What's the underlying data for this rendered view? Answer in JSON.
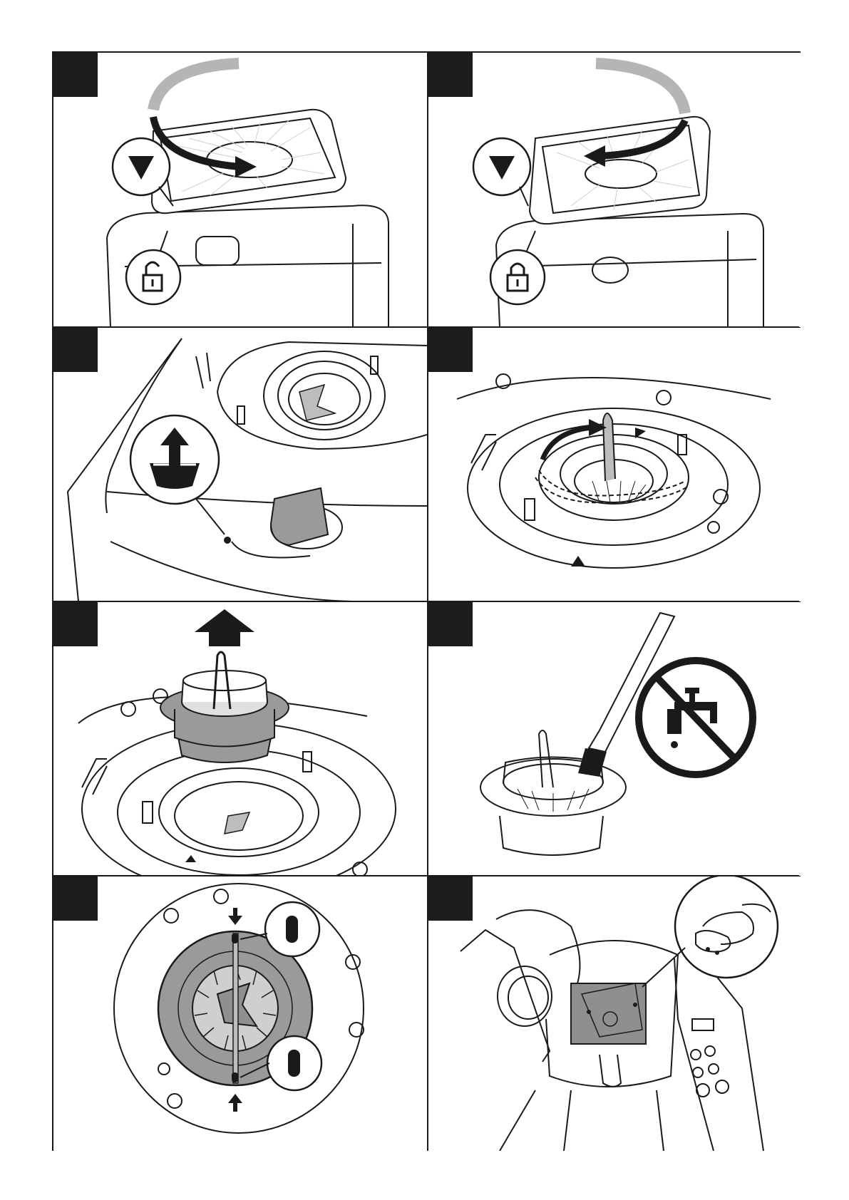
{
  "document": {
    "type": "instruction-illustration-sheet",
    "panels": [
      {
        "id": "1",
        "depicts": "rotate-bean-hopper-counterclockwise",
        "icons": [
          "triangle-marker-icon",
          "unlock-icon"
        ]
      },
      {
        "id": "2",
        "depicts": "rotate-bean-hopper-clockwise",
        "icons": [
          "triangle-marker-icon",
          "lock-icon"
        ]
      },
      {
        "id": "3",
        "depicts": "grinder-selector-knob",
        "icons": [
          "lift-burr-icon"
        ]
      },
      {
        "id": "4",
        "depicts": "lift-burr-handle",
        "icons": [
          "curved-arrow-icon"
        ]
      },
      {
        "id": "5",
        "depicts": "remove-upper-burr",
        "icons": [
          "up-arrow-icon"
        ]
      },
      {
        "id": "6",
        "depicts": "clean-burr-with-brush",
        "icons": [
          "brush-icon",
          "no-water-icon"
        ]
      },
      {
        "id": "7",
        "depicts": "align-burr-markers",
        "icons": [
          "down-arrow-icon",
          "up-arrow-icon",
          "alignment-slot-icon"
        ]
      },
      {
        "id": "8",
        "depicts": "wipe-brew-chamber",
        "icons": [
          "hand-cloth-icon"
        ]
      }
    ]
  },
  "colors": {
    "ink": "#1a1a1a",
    "tab": "#1c1c1c",
    "shade": "#9a9a9a",
    "light_shade": "#bdbdbd",
    "paper": "#ffffff"
  }
}
